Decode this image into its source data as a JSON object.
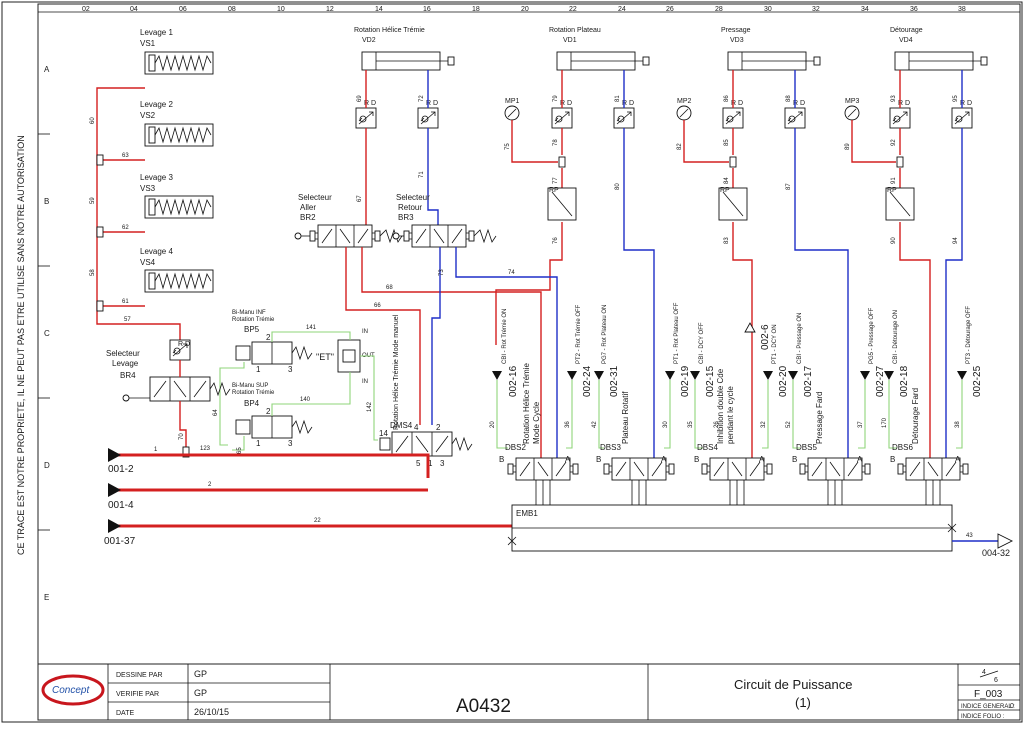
{
  "left_note": "CE TRACE EST NOTRE PROPRIETE, IL NE PEUT PAS ETRE UTILISE SANS NOTRE AUTORISATION",
  "columns": [
    "02",
    "04",
    "06",
    "08",
    "10",
    "12",
    "14",
    "16",
    "18",
    "20",
    "22",
    "24",
    "26",
    "28",
    "30",
    "32",
    "34",
    "36",
    "38"
  ],
  "rows": [
    "A",
    "B",
    "C",
    "D",
    "E"
  ],
  "levage": [
    {
      "title": "Levage 1",
      "tag": "VS1",
      "line": "60"
    },
    {
      "title": "Levage 2",
      "tag": "VS2",
      "line": "63"
    },
    {
      "title": "Levage 3",
      "tag": "VS3",
      "line": "62"
    },
    {
      "title": "Levage 4",
      "tag": "VS4",
      "line": "61"
    }
  ],
  "riser_labels": [
    "59",
    "58",
    "57"
  ],
  "actuators": [
    {
      "title": "Rotation Hélice Trémie",
      "tag": "VD2"
    },
    {
      "title": "Rotation Plateau",
      "tag": "VD1"
    },
    {
      "title": "Pressage",
      "tag": "VD3"
    },
    {
      "title": "Détourage",
      "tag": "VD4"
    }
  ],
  "rd": "R D",
  "gauges": [
    "MP1",
    "MP2",
    "MP3"
  ],
  "rp": "RP",
  "line_numbers": {
    "vd2": [
      "69",
      "72",
      "67",
      "71"
    ],
    "vd1": [
      "79",
      "81",
      "75",
      "78",
      "77",
      "76",
      "80"
    ],
    "vd3": [
      "86",
      "88",
      "82",
      "85",
      "84",
      "83",
      "87"
    ],
    "vd4": [
      "93",
      "95",
      "89",
      "92",
      "91",
      "90",
      "94"
    ],
    "misc": [
      "74",
      "68",
      "73",
      "66",
      "141",
      "140",
      "142",
      "64",
      "65",
      "70",
      "123",
      "1",
      "2",
      "22",
      "20",
      "36",
      "42",
      "30",
      "35",
      "32",
      "52",
      "37",
      "170",
      "38",
      "43",
      "26"
    ]
  },
  "selecteurs": [
    {
      "line1": "Selecteur",
      "line2": "Aller",
      "tag": "BR2"
    },
    {
      "line1": "Selecteur",
      "line2": "Retour",
      "tag": "BR3"
    },
    {
      "line1": "Selecteur",
      "line2": "Levage",
      "tag": "BR4"
    }
  ],
  "bp5": {
    "caption1": "Bi-Manu INF",
    "caption2": "Rotation Trémie",
    "tag": "BP5"
  },
  "bp4": {
    "caption1": "Bi-Manu SUP",
    "caption2": "Rotation Trémie",
    "tag": "BP4"
  },
  "et": "\"ET\"",
  "dms4": {
    "tag": "DMS4",
    "caption": "Rotation Hélice Trémie Mode manuel"
  },
  "port_labels": {
    "one": "1",
    "two": "2",
    "three": "3",
    "five": "5",
    "fourteen": "14",
    "in": "IN",
    "out": "OUT"
  },
  "sensors": [
    {
      "tag": "002-16",
      "label": "CBI - Rot Trémie ON"
    },
    {
      "tag": "002-24",
      "label": "PT2 - Rot Trémie OFF"
    },
    {
      "tag": "002-31",
      "label": "PG7 - Rot Plateau ON"
    },
    {
      "tag": "002-19",
      "label": "PT1 - Rot Plateau OFF"
    },
    {
      "tag": "002-15",
      "label": "CBI - DCY OFF"
    },
    {
      "tag": "002-20",
      "label": "PT1 - DCY ON"
    },
    {
      "tag": "002-17",
      "label": "CBI - Pressage ON"
    },
    {
      "tag": "002-27",
      "label": "PG5 - Pressage OFF"
    },
    {
      "tag": "002-18",
      "label": "CBI - Détourage ON"
    },
    {
      "tag": "002-25",
      "label": "PT3 - Détourage OFF"
    }
  ],
  "ref_002_6": "002-6",
  "valves": [
    {
      "tag": "DBS2",
      "caption1": "Rotation Hélice Trémie",
      "caption2": "Mode Cycle"
    },
    {
      "tag": "DBS3",
      "caption1": "Plateau Rotatif",
      "caption2": ""
    },
    {
      "tag": "DBS4",
      "caption1": "Inhibition double Cde",
      "caption2": "pendant le cycle"
    },
    {
      "tag": "DBS5",
      "caption1": "Pressage Fard",
      "caption2": ""
    },
    {
      "tag": "DBS6",
      "caption1": "Détourage Fard",
      "caption2": ""
    }
  ],
  "valve_ports": {
    "a": "A",
    "b": "B"
  },
  "emb": "EMB1",
  "inputs": [
    "001-2",
    "001-4",
    "001-37"
  ],
  "output": "004-32",
  "titleblock": {
    "designed_label": "DESSINE PAR",
    "designed_value": "GP",
    "checked_label": "VERIFIE PAR",
    "checked_value": "GP",
    "date_label": "DATE",
    "date_value": "26/10/15",
    "drawing_no": "A0432",
    "title1": "Circuit de Puissance",
    "title2": "(1)",
    "sheet": "4",
    "sheets": "6",
    "folio": "F_003",
    "index_general_label": "INDICE GENERAL :",
    "index_general_value": "0",
    "index_folio_label": "INDICE FOLIO :",
    "logo_text": "Concept"
  },
  "colors": {
    "pressure": "#d42020",
    "return": "#1f2fc8",
    "pilot": "#8fd47a",
    "logo_red": "#c8161d",
    "logo_blue": "#2251a8"
  }
}
